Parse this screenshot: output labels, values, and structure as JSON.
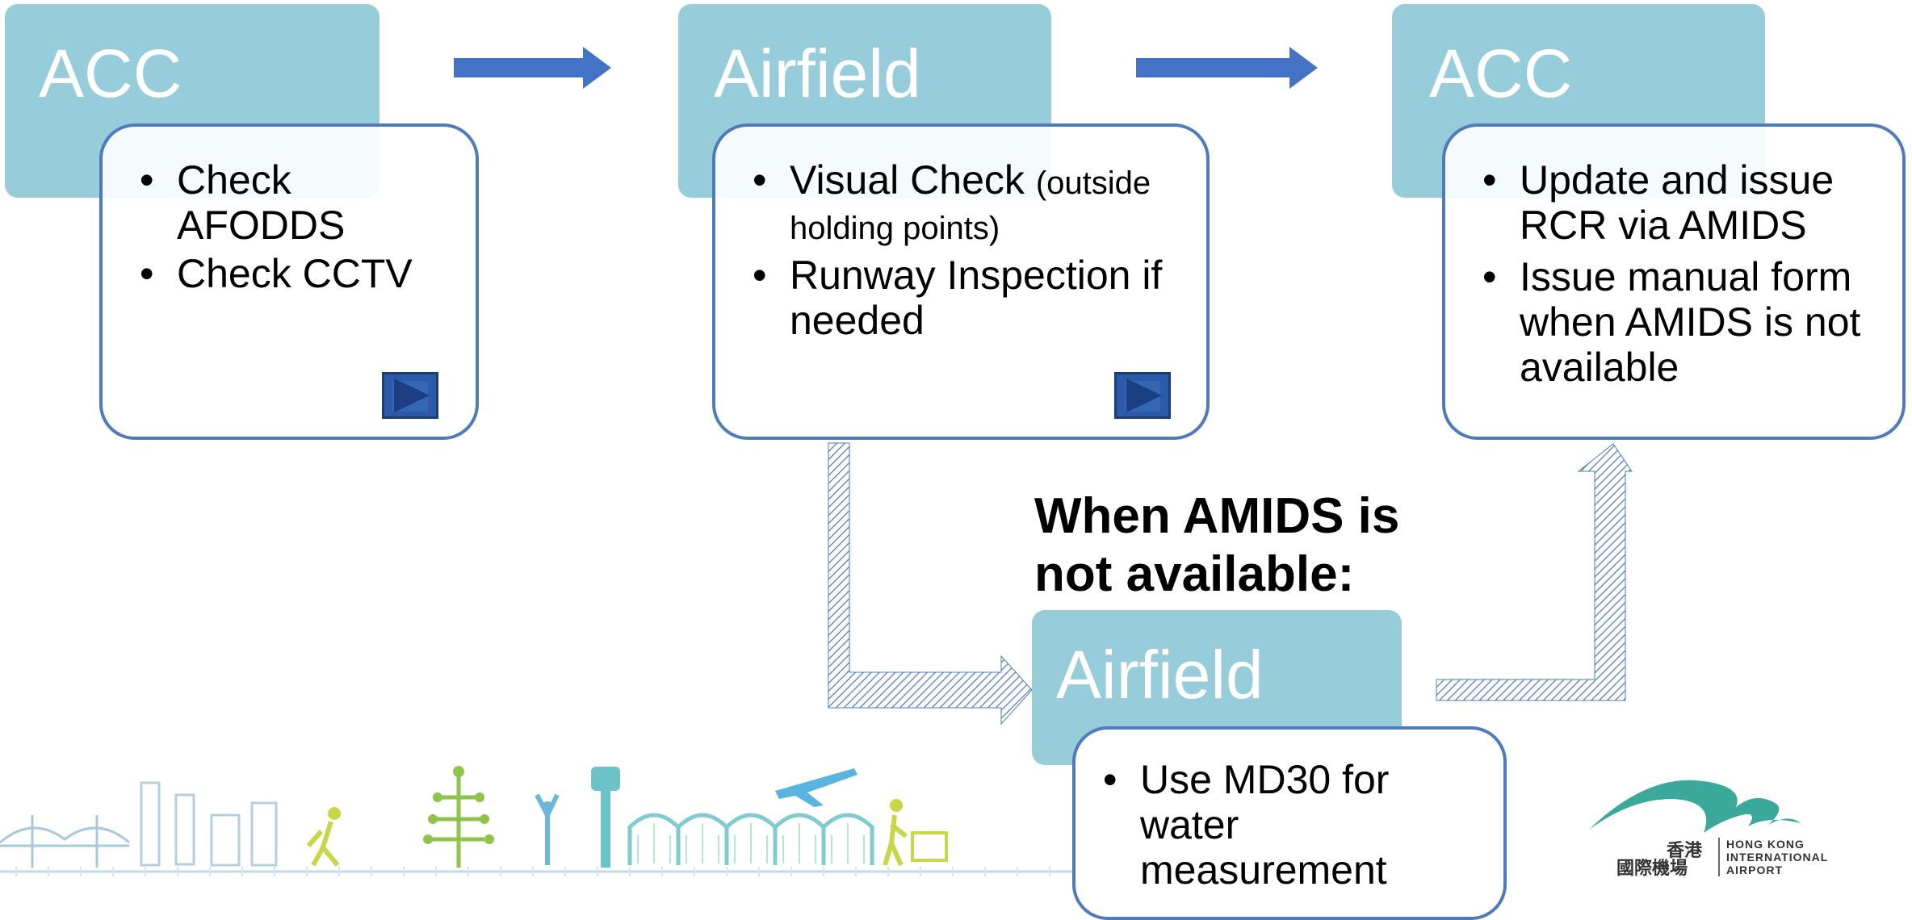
{
  "step1": {
    "header": "ACC",
    "items": [
      "Check AFODDS",
      "Check CCTV"
    ]
  },
  "step2": {
    "header": "Airfield",
    "item1_main": "Visual Check",
    "item1_small": "(outside holding points)",
    "item2": "Runway Inspection if needed"
  },
  "step3": {
    "header": "ACC",
    "items": [
      "Update and issue RCR via AMIDS",
      "Issue manual form when AMIDS is not available"
    ]
  },
  "alternate": {
    "condition": "When AMIDS is not available:",
    "header": "Airfield",
    "items": [
      "Use MD30 for water measurement"
    ]
  },
  "logo": {
    "chinese_line1": "香港",
    "chinese_line2": "國際機場",
    "english_line1": "HONG KONG",
    "english_line2": "INTERNATIONAL",
    "english_line3": "AIRPORT"
  },
  "colors": {
    "header_fill": "#97cddb",
    "box_border": "#4f7bbb",
    "arrow_fill": "#4472c4",
    "logo_teal": "#3aa89a"
  }
}
